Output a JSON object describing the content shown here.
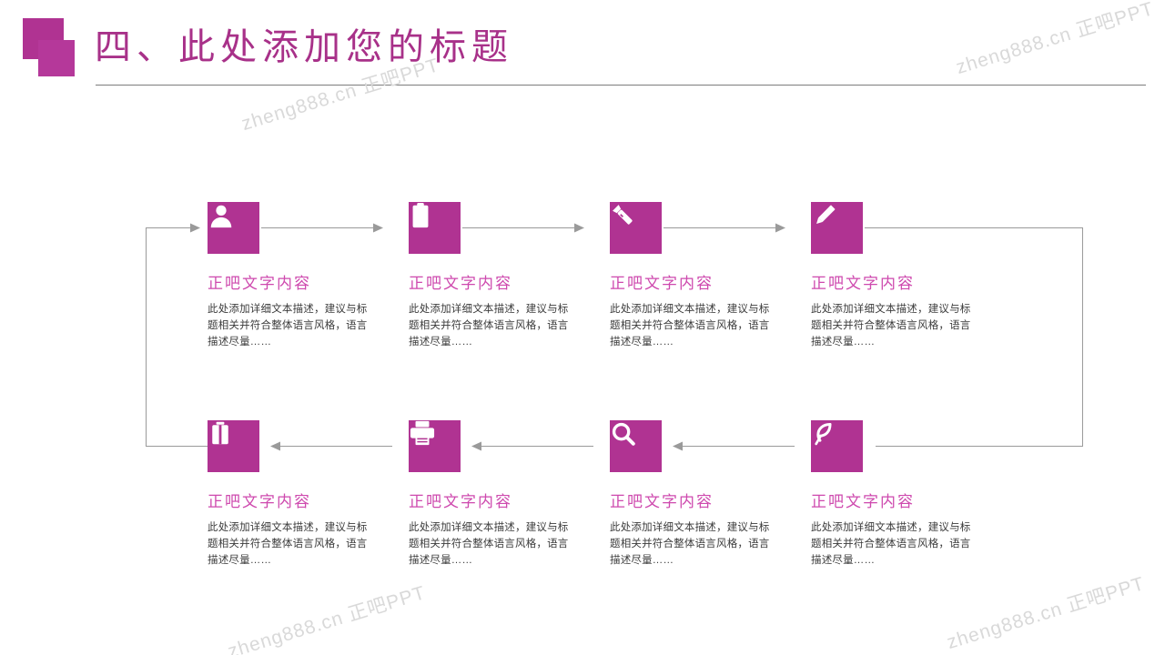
{
  "slide": {
    "title": "四、此处添加您的标题",
    "accent_color": "#B03392",
    "title_color": "#A83189",
    "node_title_color": "#CE49AE",
    "connector_color": "#9a9a9a"
  },
  "flow": {
    "direction_top": "left-to-right",
    "direction_bottom": "right-to-left",
    "nodes": [
      {
        "icon": "user-icon",
        "title": "正吧文字内容",
        "desc": "此处添加详细文本描述，建议与标题相关并符合整体语言风格，语言描述尽量……"
      },
      {
        "icon": "clipboard-icon",
        "title": "正吧文字内容",
        "desc": "此处添加详细文本描述，建议与标题相关并符合整体语言风格，语言描述尽量……"
      },
      {
        "icon": "flashlight-icon",
        "title": "正吧文字内容",
        "desc": "此处添加详细文本描述，建议与标题相关并符合整体语言风格，语言描述尽量……"
      },
      {
        "icon": "pencil-icon",
        "title": "正吧文字内容",
        "desc": "此处添加详细文本描述，建议与标题相关并符合整体语言风格，语言描述尽量……"
      },
      {
        "icon": "briefcase-icon",
        "title": "正吧文字内容",
        "desc": "此处添加详细文本描述，建议与标题相关并符合整体语言风格，语言描述尽量……"
      },
      {
        "icon": "printer-icon",
        "title": "正吧文字内容",
        "desc": "此处添加详细文本描述，建议与标题相关并符合整体语言风格，语言描述尽量……"
      },
      {
        "icon": "search-icon",
        "title": "正吧文字内容",
        "desc": "此处添加详细文本描述，建议与标题相关并符合整体语言风格，语言描述尽量……"
      },
      {
        "icon": "feather-icon",
        "title": "正吧文字内容",
        "desc": "此处添加详细文本描述，建议与标题相关并符合整体语言风格，语言描述尽量……"
      }
    ]
  },
  "watermarks": [
    {
      "text": "zheng888.cn 正吧PPT"
    },
    {
      "text": "zheng888.cn 正吧PPT"
    },
    {
      "text": "zheng888.cn 正吧PPT"
    },
    {
      "text": "zheng888.cn 正吧PPT"
    }
  ]
}
